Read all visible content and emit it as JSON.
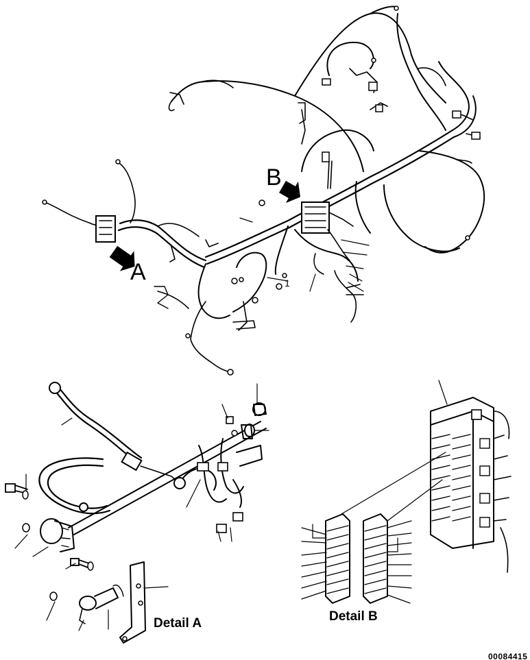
{
  "labels": {
    "view_a": "A",
    "view_b": "B",
    "callout_1": "1",
    "detail_a": "Detail A",
    "detail_b": "Detail B",
    "drawing_code": "00084415"
  }
}
